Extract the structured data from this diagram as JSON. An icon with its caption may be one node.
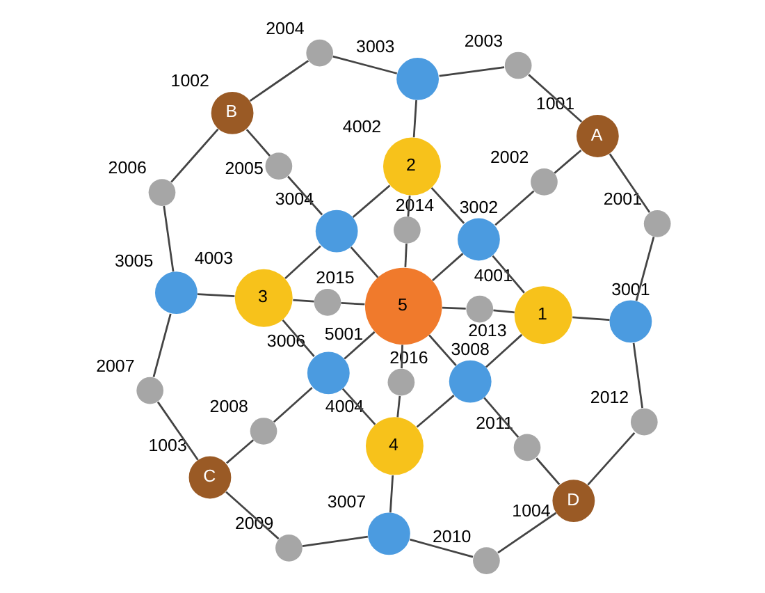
{
  "diagram": {
    "nodes": [
      {
        "text": [
          "D"
        ],
        "beside": [
          "1004"
        ]
      },
      {
        "text": [],
        "shape": "circle",
        "beside": [
          "2010"
        ]
      },
      {
        "text": [],
        "shape": "circle",
        "beside": [
          "3007"
        ]
      },
      {
        "text": [],
        "shape": "circle",
        "beside": [
          "2009"
        ]
      },
      {
        "text": [
          "C"
        ],
        "beside": [
          "1003"
        ]
      },
      {
        "text": [],
        "shape": "circle",
        "beside": [
          "2012"
        ]
      },
      {
        "text": [],
        "shape": "circle",
        "beside": [
          "2011"
        ]
      },
      {
        "text": [
          "4"
        ],
        "beside": [
          "4004"
        ]
      },
      {
        "text": [],
        "shape": "circle",
        "beside": [
          "3006"
        ]
      },
      {
        "text": [],
        "shape": "circle",
        "beside": [
          "2008"
        ]
      },
      {
        "text": [],
        "shape": "circle",
        "beside": [
          "3008"
        ]
      },
      {
        "text": [],
        "shape": "circle",
        "beside": [
          "2016"
        ]
      },
      {
        "text": [],
        "shape": "circle",
        "beside": [
          "2007"
        ]
      },
      {
        "text": [
          "1"
        ],
        "beside": [
          "4001"
        ]
      },
      {
        "text": [],
        "shape": "circle",
        "beside": [
          "3001"
        ]
      },
      {
        "text": [],
        "shape": "circle",
        "beside": [
          "2013"
        ]
      },
      {
        "text": [
          "5"
        ],
        "beside": [
          "5001"
        ]
      },
      {
        "text": [],
        "shape": "circle",
        "beside": [
          "2015"
        ]
      },
      {
        "text": [
          "3"
        ],
        "beside": [
          "4003"
        ]
      },
      {
        "text": [],
        "shape": "circle",
        "beside": [
          "3005"
        ]
      },
      {
        "text": [],
        "shape": "circle",
        "beside": [
          "2014"
        ]
      },
      {
        "text": [],
        "shape": "circle",
        "beside": [
          "3002"
        ]
      },
      {
        "text": [],
        "shape": "circle",
        "beside": [
          "3004"
        ]
      },
      {
        "text": [],
        "shape": "circle",
        "beside": [
          "2001"
        ]
      },
      {
        "text": [],
        "shape": "circle",
        "beside": [
          "2002"
        ]
      },
      {
        "text": [
          "2"
        ],
        "beside": [
          "4002"
        ]
      },
      {
        "text": [],
        "shape": "circle",
        "beside": [
          "2005"
        ]
      },
      {
        "text": [],
        "shape": "circle",
        "beside": [
          "2006"
        ]
      },
      {
        "text": [],
        "shape": "circle",
        "beside": [
          "3003"
        ]
      },
      {
        "text": [
          "A"
        ],
        "beside": [
          "1001"
        ]
      },
      {
        "text": [
          "B"
        ],
        "beside": [
          "1002"
        ]
      },
      {
        "text": [],
        "shape": "circle",
        "beside": [
          "2003"
        ]
      },
      {
        "text": [],
        "shape": "circle",
        "beside": [
          "2004"
        ]
      }
    ],
    "edges": [
      {
        "from": 0,
        "to": 1,
        "arrow": "none"
      },
      {
        "from": 1,
        "to": 2,
        "arrow": "none"
      },
      {
        "from": 2,
        "to": 3,
        "arrow": "none"
      },
      {
        "from": 3,
        "to": 4,
        "arrow": "none"
      },
      {
        "from": 0,
        "to": 5,
        "arrow": "none"
      },
      {
        "from": 0,
        "to": 6,
        "arrow": "none"
      },
      {
        "from": 6,
        "to": 10,
        "arrow": "none"
      },
      {
        "from": 2,
        "to": 7,
        "arrow": "none"
      },
      {
        "from": 7,
        "to": 10,
        "arrow": "none"
      },
      {
        "from": 7,
        "to": 8,
        "arrow": "none"
      },
      {
        "from": 7,
        "to": 11,
        "arrow": "none"
      },
      {
        "from": 11,
        "to": 16,
        "arrow": "none"
      },
      {
        "from": 8,
        "to": 9,
        "arrow": "none"
      },
      {
        "from": 9,
        "to": 4,
        "arrow": "none"
      },
      {
        "from": 8,
        "to": 16,
        "arrow": "none"
      },
      {
        "from": 8,
        "to": 18,
        "arrow": "none"
      },
      {
        "from": 4,
        "to": 12,
        "arrow": "none"
      },
      {
        "from": 12,
        "to": 19,
        "arrow": "none"
      },
      {
        "from": 5,
        "to": 14,
        "arrow": "none"
      },
      {
        "from": 14,
        "to": 13,
        "arrow": "none"
      },
      {
        "from": 13,
        "to": 10,
        "arrow": "none"
      },
      {
        "from": 13,
        "to": 15,
        "arrow": "none"
      },
      {
        "from": 15,
        "to": 16,
        "arrow": "none"
      },
      {
        "from": 16,
        "to": 10,
        "arrow": "none"
      },
      {
        "from": 16,
        "to": 17,
        "arrow": "none"
      },
      {
        "from": 17,
        "to": 18,
        "arrow": "none"
      },
      {
        "from": 18,
        "to": 19,
        "arrow": "none"
      },
      {
        "from": 13,
        "to": 21,
        "arrow": "none"
      },
      {
        "from": 21,
        "to": 16,
        "arrow": "none"
      },
      {
        "from": 16,
        "to": 20,
        "arrow": "none"
      },
      {
        "from": 16,
        "to": 22,
        "arrow": "none"
      },
      {
        "from": 22,
        "to": 18,
        "arrow": "none"
      },
      {
        "from": 20,
        "to": 25,
        "arrow": "none"
      },
      {
        "from": 21,
        "to": 25,
        "arrow": "none"
      },
      {
        "from": 21,
        "to": 24,
        "arrow": "none"
      },
      {
        "from": 24,
        "to": 29,
        "arrow": "none"
      },
      {
        "from": 14,
        "to": 23,
        "arrow": "none"
      },
      {
        "from": 23,
        "to": 29,
        "arrow": "none"
      },
      {
        "from": 25,
        "to": 22,
        "arrow": "none"
      },
      {
        "from": 22,
        "to": 26,
        "arrow": "none"
      },
      {
        "from": 26,
        "to": 30,
        "arrow": "none"
      },
      {
        "from": 19,
        "to": 27,
        "arrow": "none"
      },
      {
        "from": 27,
        "to": 30,
        "arrow": "none"
      },
      {
        "from": 25,
        "to": 28,
        "arrow": "none"
      },
      {
        "from": 29,
        "to": 31,
        "arrow": "none"
      },
      {
        "from": 31,
        "to": 28,
        "arrow": "none"
      },
      {
        "from": 28,
        "to": 32,
        "arrow": "none"
      },
      {
        "from": 32,
        "to": 30,
        "arrow": "none"
      }
    ]
  }
}
